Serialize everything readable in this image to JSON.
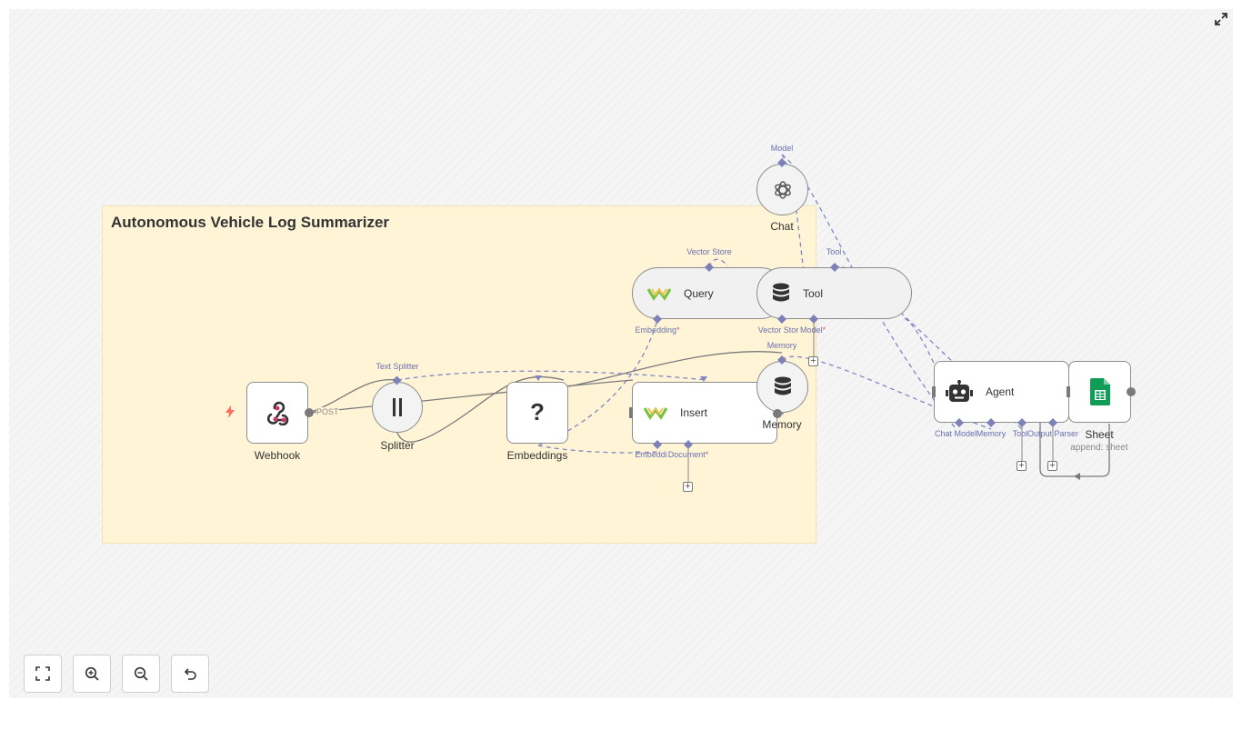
{
  "canvas": {
    "sticky_note_title": "Autonomous Vehicle Log Summarizer"
  },
  "nodes": {
    "webhook": {
      "label": "Webhook",
      "icon": "webhook-icon"
    },
    "splitter": {
      "label": "Splitter",
      "icon": "splitter-icon"
    },
    "embeddings": {
      "label": "Embeddings",
      "icon": "question-mark-icon"
    },
    "insert": {
      "label": "Insert",
      "icon": "weaviate-icon"
    },
    "query": {
      "label": "Query",
      "icon": "weaviate-icon"
    },
    "tool": {
      "label": "Tool",
      "icon": "database-icon"
    },
    "memory": {
      "label": "Memory",
      "icon": "database-icon"
    },
    "chat": {
      "label": "Chat",
      "icon": "openai-icon"
    },
    "agent": {
      "label": "Agent",
      "icon": "robot-icon"
    },
    "sheet": {
      "label": "Sheet",
      "sublabel": "append: sheet",
      "icon": "google-sheets-icon"
    }
  },
  "edge_labels": {
    "post": "POST"
  },
  "port_labels": {
    "text_splitter": "Text Splitter",
    "vector_store_top": "Vector Store",
    "tool_top": "Tool",
    "model_top": "Model",
    "query_embedding": "Embedding",
    "tool_vector_store": "Vector Stor",
    "tool_model": "Model",
    "memory_top": "Memory",
    "insert_embedding": "Embeddi",
    "insert_document": "Document",
    "agent_chat_model": "Chat Model",
    "agent_memory": "Memory",
    "agent_tool": "Tool",
    "agent_output_parser": "Output Parser",
    "required_marker": "*"
  },
  "controls": {
    "fit_view": "fit-view-icon",
    "zoom_in": "zoom-in-icon",
    "zoom_out": "zoom-out-icon",
    "undo": "undo-icon",
    "fullscreen": "fullscreen-icon"
  },
  "colors": {
    "canvas_bg": "#f5f5f5",
    "sticky_bg": "#fff5d6",
    "wire": "#7a7a7a",
    "ai_wire": "#8087c2",
    "port_diamond": "#7c81b8",
    "trigger": "#ff6b5b",
    "sheets_green": "#0f9d58"
  }
}
